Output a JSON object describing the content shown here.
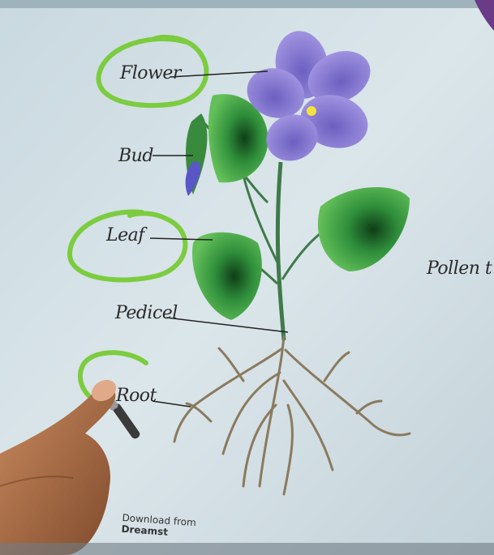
{
  "labels": {
    "flower": "Flower",
    "bud": "Bud",
    "leaf": "Leaf",
    "pedicel": "Pedicel",
    "root": "Root",
    "pollen": "Pollen t"
  },
  "footer": {
    "download": "Download from",
    "brand": "Dreamst"
  },
  "colors": {
    "board": "#cfdde3",
    "petal": "#8d7fd0",
    "leaf": "#2f9a3e",
    "circle": "#7ccc3f",
    "root": "#8a7a5e"
  }
}
